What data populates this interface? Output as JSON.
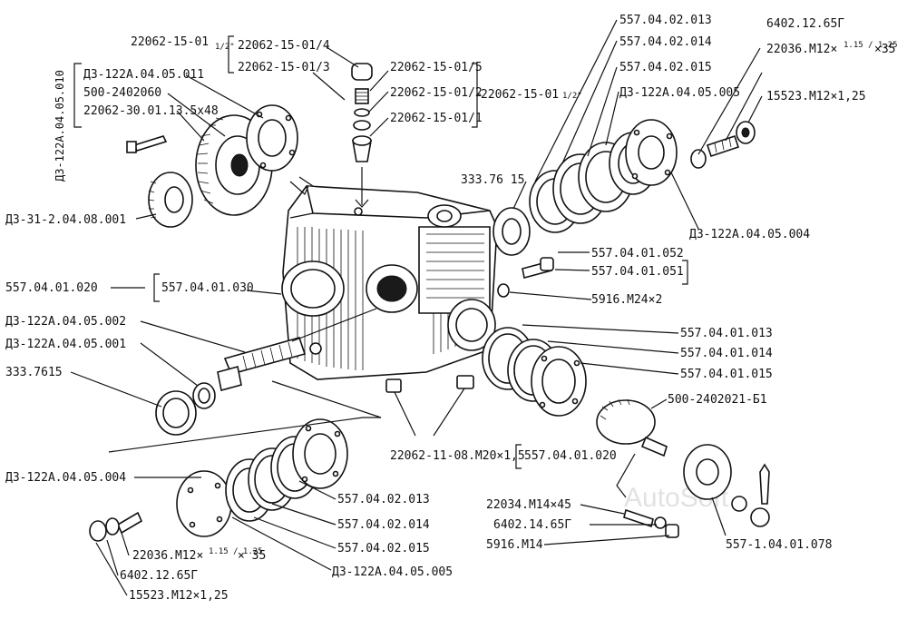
{
  "watermark": "AutoSoft",
  "labels": {
    "vert_left": "Д3-122А.04.05.010",
    "l_22062_15_01": "22062-15-01",
    "l_22062_15_01_4": "22062-15-01/4",
    "l_22062_15_01_3": "22062-15-01/3",
    "l_22062_15_01_5": "22062-15-01/5",
    "l_22062_15_01_2": "22062-15-01/2",
    "l_22062_15_01_1": "22062-15-01/1",
    "l_22062_15_01_right": "22062-15-01",
    "half": "1/2\"",
    "d3_011": "Д3-122А.04.05.011",
    "p500_2402060": "500-2402060",
    "p22062_30": "22062-30.01.13.5х48",
    "d3_31": "Д3-31-2.04.08.001",
    "p557_020": "557.04.01.020",
    "p557_030": "557.04.01.030",
    "d3_002": "Д3-122А.04.05.002",
    "d3_001": "Д3-122А.04.05.001",
    "b333_left": "333.7615",
    "b333_mid": "333.76 15",
    "d3_004_left": "Д3-122А.04.05.004",
    "p22036_left_a": "22036.М12×",
    "p22036_left_frac": "1.15 / 1.25",
    "p22036_left_b": "× 35",
    "p6402_left": "6402.12.65Г",
    "p15523_left": "15523.М12×1,25",
    "p557_0213_low": "557.04.02.013",
    "p557_0214_low": "557.04.02.014",
    "p557_0215_low": "557.04.02.015",
    "d3_005_low": "Д3-122А.04.05.005",
    "p557_0213_top": "557.04.02.013",
    "p557_0214_top": "557.04.02.014",
    "p557_0215_top": "557.04.02.015",
    "d3_005_top": "Д3-122А.04.05.005",
    "p6402_top": "6402.12.65Г",
    "p22036_top_a": "22036.М12×",
    "p22036_top_frac": "1.15 / 1.25",
    "p22036_top_b": "×35",
    "p15523_top": "15523.М12×1,25",
    "d3_004_right": "Д3-122А.04.05.004",
    "p557_052": "557.04.01.052",
    "p557_051": "557.04.01.051",
    "p5916_m24": "5916.М24×2",
    "p557_013": "557.04.01.013",
    "p557_014": "557.04.01.014",
    "p557_015": "557.04.01.015",
    "p500_2402021": "500-2402021-Б1",
    "p22062_11": "22062-11-08.М20×1,5",
    "p557_020_b": "557.04.01.020",
    "p22034": "22034.М14×45",
    "p6402_14": "6402.14.65Г",
    "p5916_m14": "5916.М14",
    "p557_1_078": "557-1.04.01.078"
  }
}
